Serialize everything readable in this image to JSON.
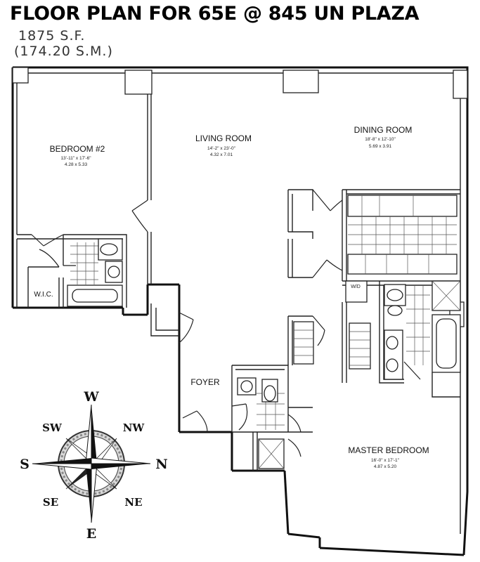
{
  "header": {
    "title": "FLOOR PLAN FOR 65E @ 845 UN PLAZA",
    "area_sf": "1875 S.F.",
    "area_sm": "(174.20 S.M.)"
  },
  "rooms": {
    "bedroom2": {
      "name": "BEDROOM #2",
      "dim_ft": "13'-11\" x 17'-6\"",
      "dim_m": "4.28 x 5.33"
    },
    "living": {
      "name": "LIVING ROOM",
      "dim_ft": "14'-2\" x 23'-0\"",
      "dim_m": "4.32 x 7.01"
    },
    "dining": {
      "name": "DINING ROOM",
      "dim_ft": "18'-8\" x 12'-10\"",
      "dim_m": "5.69 x 3.91"
    },
    "master": {
      "name": "MASTER BEDROOM",
      "dim_ft": "16'-0\" x 17'-1\"",
      "dim_m": "4.87 x 5.20"
    },
    "foyer": {
      "name": "FOYER"
    },
    "wic": {
      "name": "W.I.C."
    },
    "wd": {
      "name": "W/D"
    }
  },
  "compass": {
    "w": "W",
    "e": "E",
    "n": "N",
    "s": "S",
    "sw": "SW",
    "nw": "NW",
    "se": "SE",
    "ne": "NE"
  }
}
